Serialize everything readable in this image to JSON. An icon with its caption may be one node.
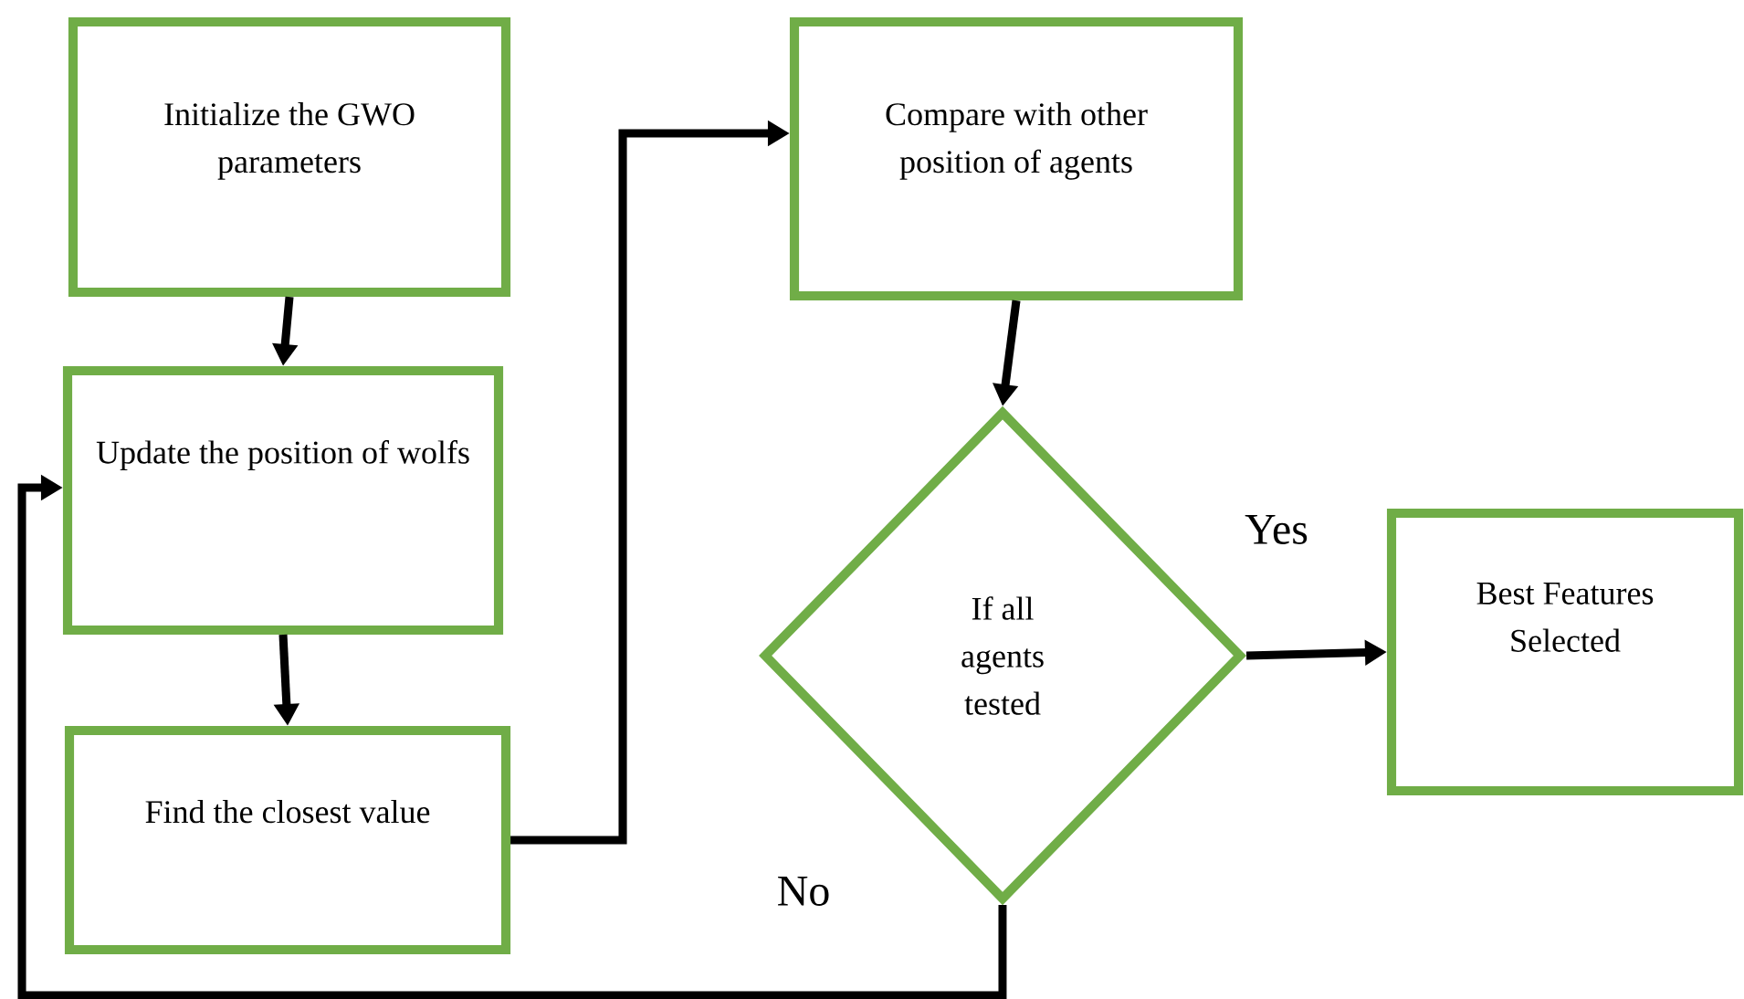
{
  "diagram": {
    "nodes": [
      {
        "text": [
          "Initialize the GWO parameters"
        ]
      },
      {
        "text": [
          "Update the position of wolfs"
        ]
      },
      {
        "text": [
          "Find the closest value"
        ]
      },
      {
        "text": [
          "Compare with other position of agents"
        ]
      },
      {
        "text": [
          "If all agents tested"
        ]
      },
      {
        "text": [
          "Best Features Selected"
        ]
      }
    ],
    "edges": [
      {
        "from": 0,
        "to": 1,
        "arrow": "to"
      },
      {
        "from": 1,
        "to": 2,
        "arrow": "to"
      },
      {
        "from": 2,
        "to": 3,
        "arrow": "to"
      },
      {
        "from": 3,
        "to": 4,
        "arrow": "to"
      },
      {
        "from": 4,
        "to": 5,
        "arrow": "to",
        "label": "Yes"
      },
      {
        "from": 4,
        "to": 1,
        "arrow": "to",
        "label": "No"
      }
    ]
  }
}
